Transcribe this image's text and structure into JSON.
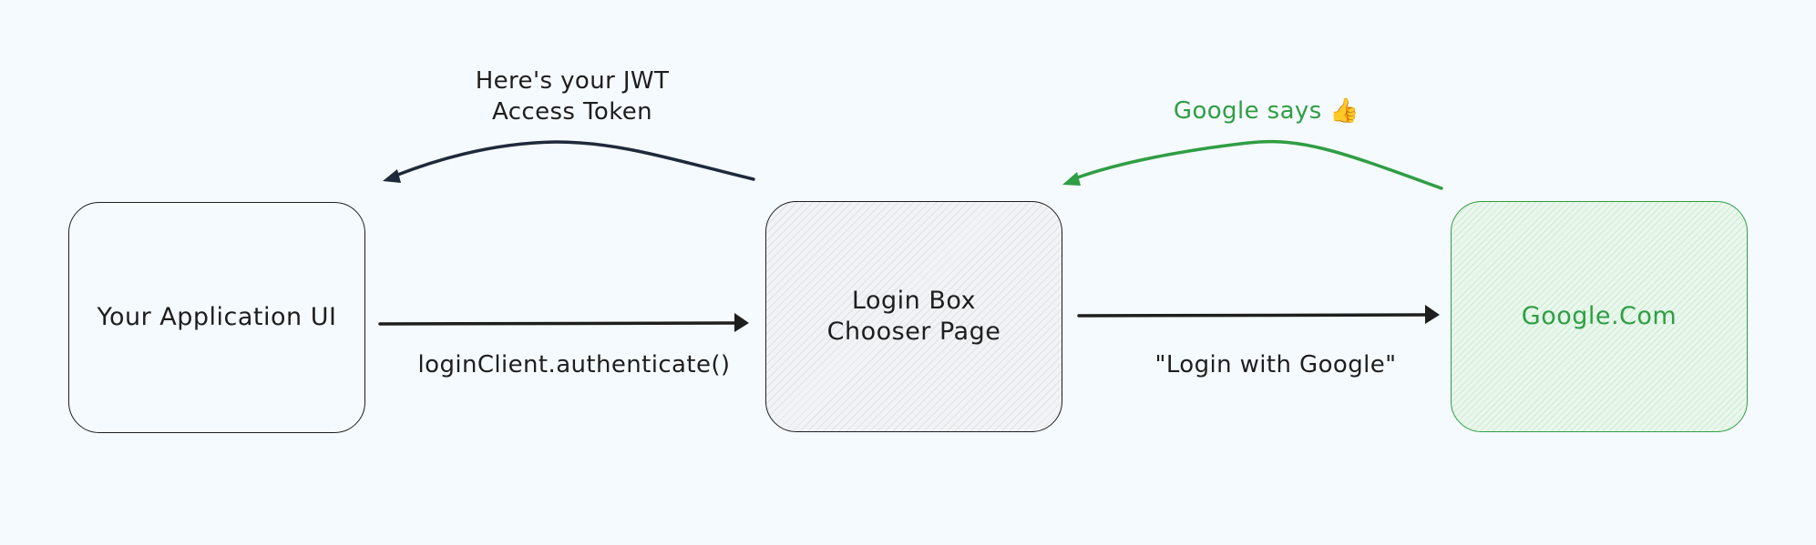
{
  "diagram": {
    "nodes": {
      "app": {
        "label": "Your Application UI"
      },
      "login": {
        "label": "Login Box\nChooser Page"
      },
      "google": {
        "label": "Google.Com"
      }
    },
    "edges": {
      "authenticate": {
        "label": "loginClient.authenticate()"
      },
      "login_with_google": {
        "label": "\"Login with Google\""
      },
      "google_says": {
        "label": "Google says 👍"
      },
      "jwt_token": {
        "label": "Here's your JWT\nAccess Token"
      }
    },
    "colors": {
      "background": "#f5faff",
      "ink": "#1e1e1e",
      "green": "#2f9e44"
    }
  }
}
